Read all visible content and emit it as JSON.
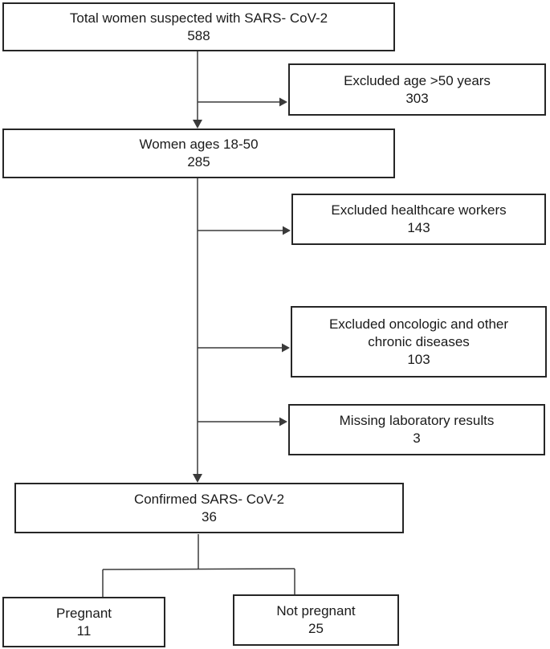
{
  "diagram": {
    "nodes": {
      "total": {
        "label": "Total women suspected with SARS- CoV-2",
        "count": "588"
      },
      "excluded_age": {
        "label": "Excluded age >50 years",
        "count": "303"
      },
      "women_18_50": {
        "label": "Women ages 18-50",
        "count": "285"
      },
      "excluded_hcw": {
        "label": "Excluded healthcare workers",
        "count": "143"
      },
      "excluded_chronic": {
        "label": "Excluded oncologic and other chronic diseases",
        "count": "103"
      },
      "missing_lab": {
        "label": "Missing laboratory results",
        "count": "3"
      },
      "confirmed": {
        "label": "Confirmed SARS- CoV-2",
        "count": "36"
      },
      "pregnant": {
        "label": "Pregnant",
        "count": "11"
      },
      "not_pregnant": {
        "label": "Not pregnant",
        "count": "25"
      }
    },
    "colors": {
      "background": "#ffffff",
      "box_border": "#262626",
      "connector": "#3a3a3a",
      "text": "#1a1a1a"
    }
  }
}
